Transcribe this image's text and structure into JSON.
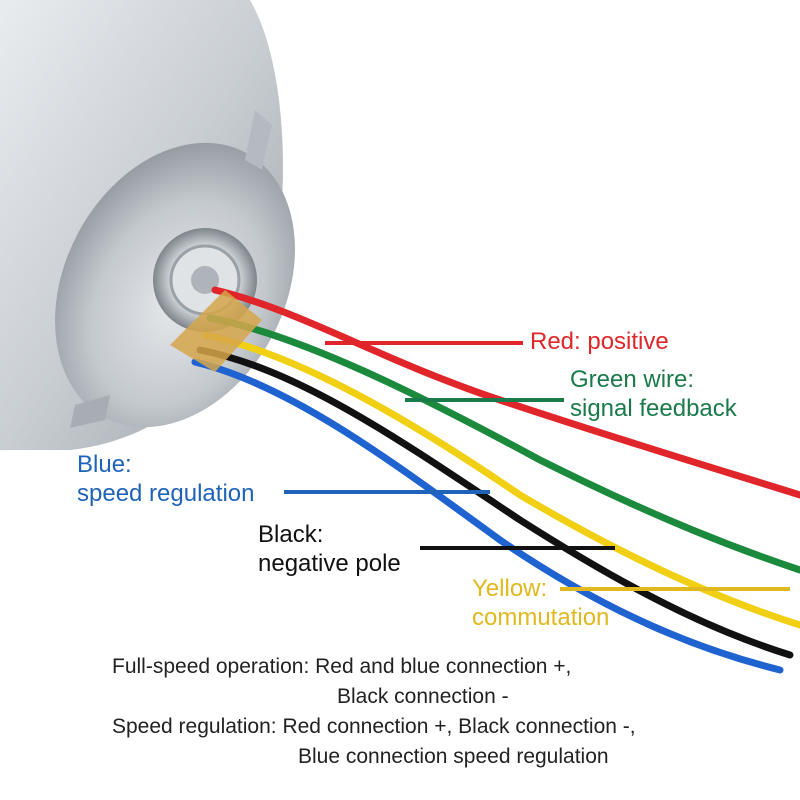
{
  "labels": {
    "red": {
      "text": "Red: positive",
      "color": "#e0262a"
    },
    "green": {
      "line1": "Green wire:",
      "line2": "signal feedback",
      "color": "#1b7a4a"
    },
    "blue": {
      "line1": "Blue:",
      "line2": "speed regulation",
      "color": "#1f63b8"
    },
    "black": {
      "line1": "Black:",
      "line2": "negative pole",
      "color": "#111111"
    },
    "yellow": {
      "line1": "Yellow:",
      "line2": "commutation",
      "color": "#e1b81e"
    }
  },
  "notes": {
    "line1": "Full-speed operation: Red and blue connection +,",
    "line2": "Black connection -",
    "line3": "Speed regulation: Red connection +, Black connection -,",
    "line4": "Blue connection speed regulation"
  },
  "wire_colors": {
    "red": "#e0262a",
    "green": "#1c8a3c",
    "yellow": "#f1cf12",
    "black": "#111111",
    "blue": "#1f63d0"
  }
}
